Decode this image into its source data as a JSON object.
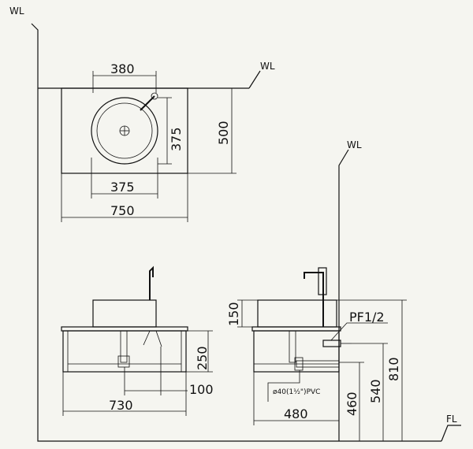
{
  "labels": {
    "wall_line": "WL",
    "floor_line": "FL",
    "pipe_fitting": "PF1/2",
    "drain_spec": "ø40(1½\")PVC"
  },
  "plan_view": {
    "faucet_spacing": "380",
    "basin_depth": "375",
    "basin_width": "375",
    "counter_depth": "500",
    "counter_width": "750"
  },
  "front_view": {
    "basin_height": "150",
    "cabinet_height": "250",
    "drain_offset": "100",
    "cabinet_width": "730"
  },
  "side_view": {
    "counter_height": "810",
    "trap_height": "540",
    "supply_height": "460",
    "side_depth": "480"
  }
}
